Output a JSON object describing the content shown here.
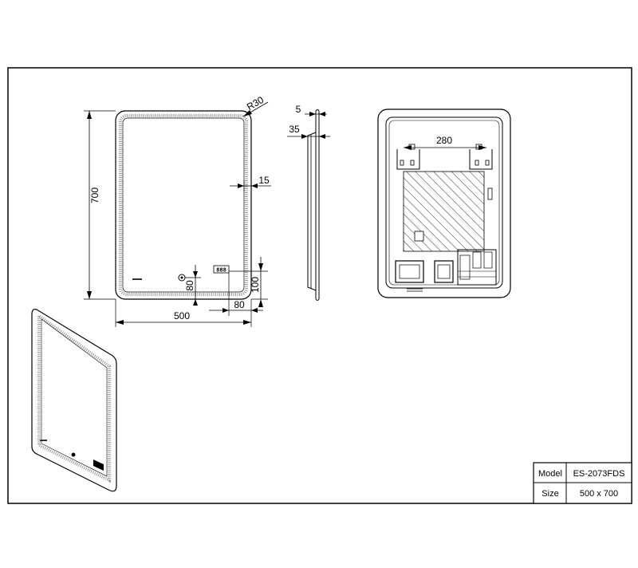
{
  "dimensions": {
    "width": "500",
    "height": "700",
    "radius": "R30",
    "thickness_front": "5",
    "thickness_depth": "35",
    "border_width": "15",
    "bracket_spacing": "280",
    "display_offset_h": "80",
    "display_offset_v": "100",
    "button_offset_v": "80"
  },
  "title_block": {
    "model_label": "Model",
    "model_value": "ES-2073FDS",
    "size_label": "Size",
    "size_value": "500 x 700"
  },
  "display": {
    "digits": "888"
  }
}
